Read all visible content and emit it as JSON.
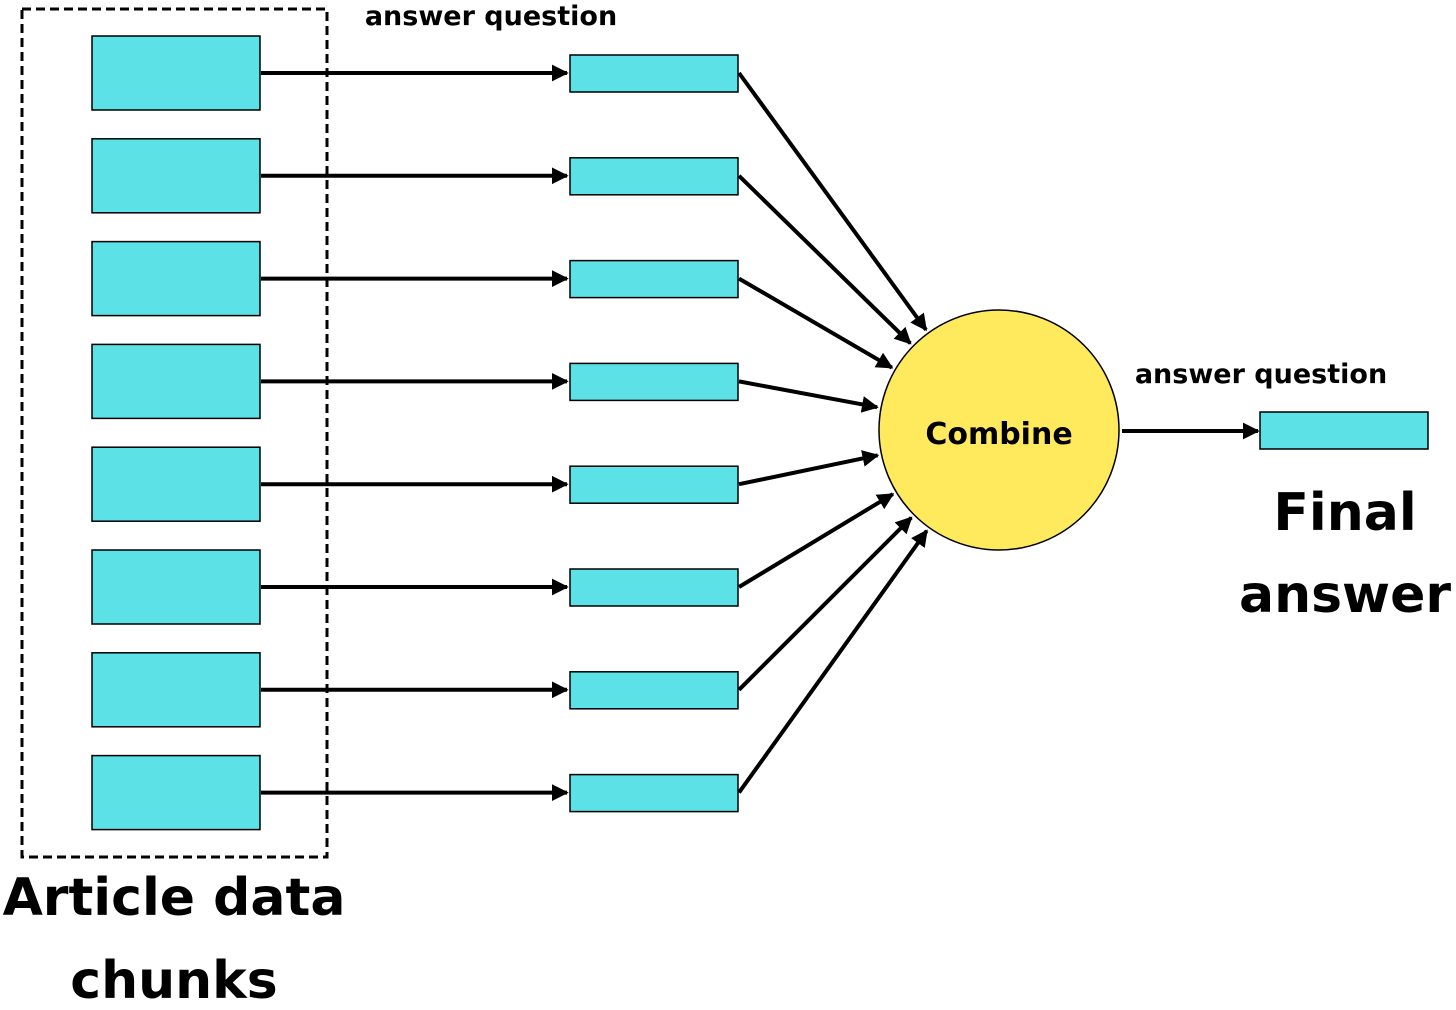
{
  "labels": {
    "top_step": "answer question",
    "final_step": "answer question",
    "combine": "Combine",
    "chunks_line1": "Article data",
    "chunks_line2": "chunks",
    "final_line1": "Final",
    "final_line2": "answer"
  },
  "counts": {
    "chunks": 8
  },
  "colors": {
    "box_fill": "#5CE1E6",
    "combine_fill": "#FFE95C",
    "stroke": "#000000"
  }
}
